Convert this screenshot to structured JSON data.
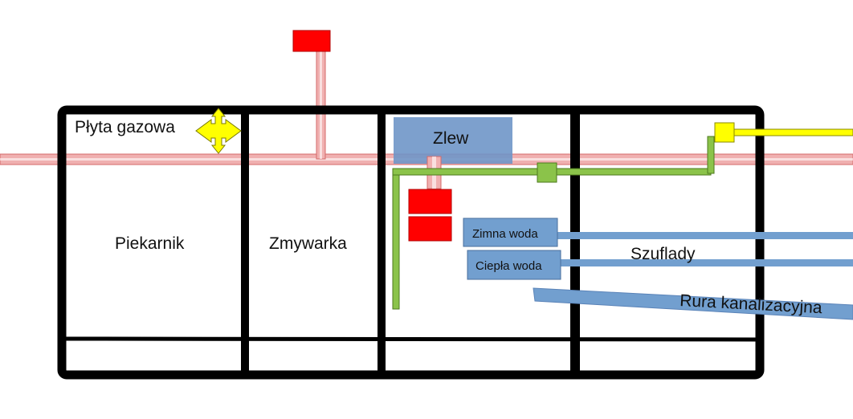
{
  "labels": {
    "stove": "Płyta gazowa",
    "oven": "Piekarnik",
    "dishwasher": "Zmywarka",
    "sink": "Zlew",
    "drawers": "Szuflady",
    "cold_water": "Zimna woda",
    "hot_water": "Ciepła woda",
    "sewer_pipe": "Rura kanalizacyjna"
  },
  "colors": {
    "cabinet_outline": "#000000",
    "gas_pipe": "#f0b0b0",
    "gas_pipe_edge": "#d46a6a",
    "red_block": "#ff0000",
    "sink_fill": "#6f96c8",
    "water_pipe": "#729fcf",
    "green_pipe": "#8bc34a",
    "green_edge": "#4e7a1e",
    "yellow_pipe": "#ffff00",
    "yellow_edge": "#8a8a00"
  },
  "icons": {
    "stove_marker": "four-way-arrow-icon"
  }
}
